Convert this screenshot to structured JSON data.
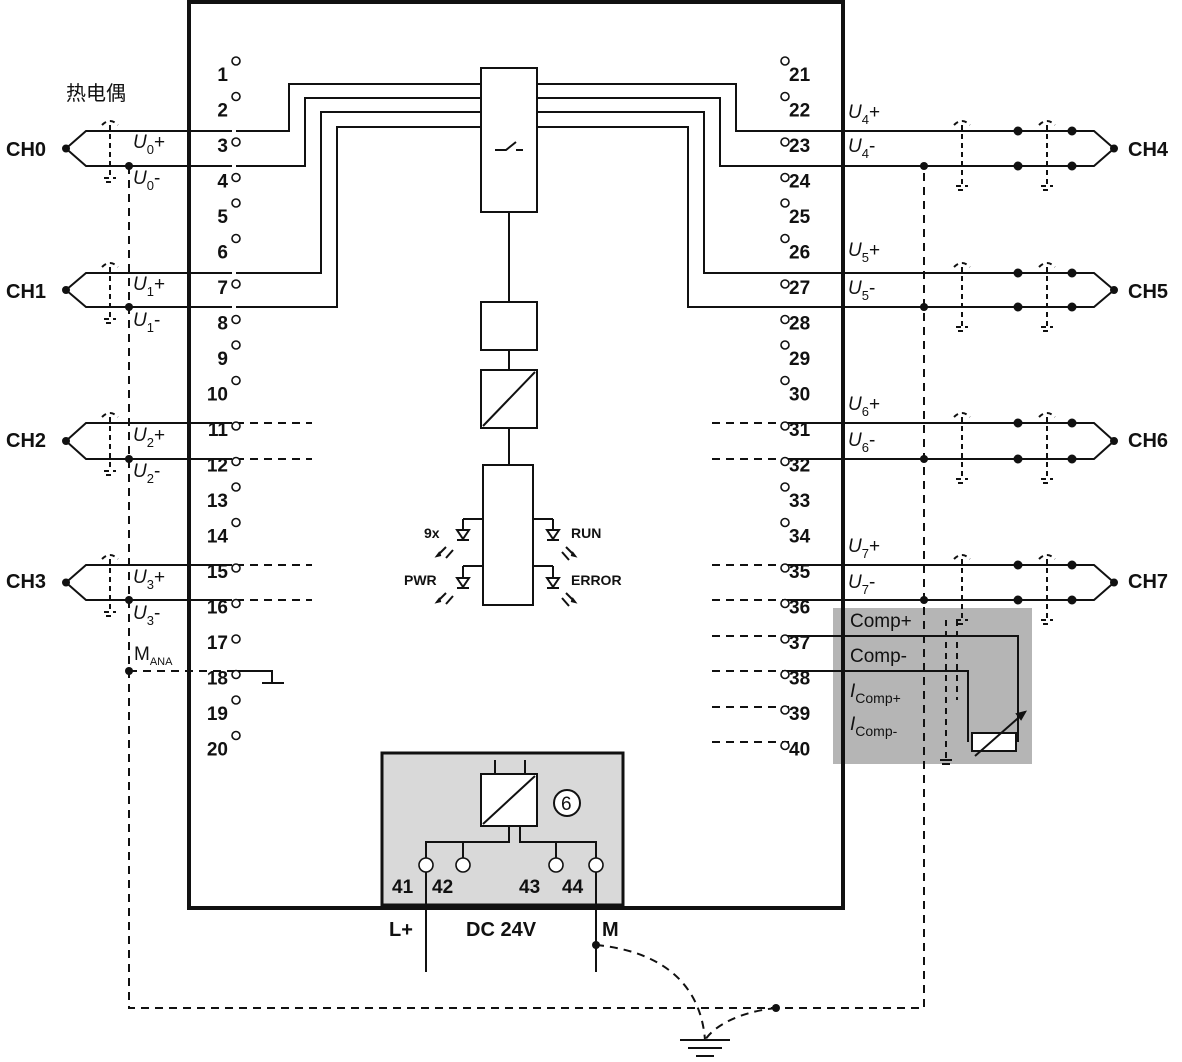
{
  "title_cn": "热电偶",
  "channels_left": [
    "CH0",
    "CH1",
    "CH2",
    "CH3"
  ],
  "channels_right": [
    "CH4",
    "CH5",
    "CH6",
    "CH7"
  ],
  "pins_left": [
    "1",
    "2",
    "3",
    "4",
    "5",
    "6",
    "7",
    "8",
    "9",
    "10",
    "11",
    "12",
    "13",
    "14",
    "15",
    "16",
    "17",
    "18",
    "19",
    "20"
  ],
  "pins_right": [
    "21",
    "22",
    "23",
    "24",
    "25",
    "26",
    "27",
    "28",
    "29",
    "30",
    "31",
    "32",
    "33",
    "34",
    "35",
    "36",
    "37",
    "38",
    "39",
    "40"
  ],
  "signals_left": [
    {
      "base": "U",
      "sub": "0",
      "suffix": "+"
    },
    {
      "base": "U",
      "sub": "0",
      "suffix": "-"
    },
    {
      "base": "U",
      "sub": "1",
      "suffix": "+"
    },
    {
      "base": "U",
      "sub": "1",
      "suffix": "-"
    },
    {
      "base": "U",
      "sub": "2",
      "suffix": "+"
    },
    {
      "base": "U",
      "sub": "2",
      "suffix": "-"
    },
    {
      "base": "U",
      "sub": "3",
      "suffix": "+"
    },
    {
      "base": "U",
      "sub": "3",
      "suffix": "-"
    }
  ],
  "signals_right": [
    {
      "base": "U",
      "sub": "4",
      "suffix": "+"
    },
    {
      "base": "U",
      "sub": "4",
      "suffix": "-"
    },
    {
      "base": "U",
      "sub": "5",
      "suffix": "+"
    },
    {
      "base": "U",
      "sub": "5",
      "suffix": "-"
    },
    {
      "base": "U",
      "sub": "6",
      "suffix": "+"
    },
    {
      "base": "U",
      "sub": "6",
      "suffix": "-"
    },
    {
      "base": "U",
      "sub": "7",
      "suffix": "+"
    },
    {
      "base": "U",
      "sub": "7",
      "suffix": "-"
    }
  ],
  "m_ana": {
    "base": "M",
    "sub": "ANA"
  },
  "comp": {
    "plus": "Comp+",
    "minus": "Comp-",
    "i_plus": {
      "base": "I",
      "sub": "Comp+"
    },
    "i_minus": {
      "base": "I",
      "sub": "Comp-"
    }
  },
  "leds": {
    "left_top": "9x",
    "left_bottom": "PWR",
    "right_top": "RUN",
    "right_bottom": "ERROR"
  },
  "power": {
    "pins": [
      "41",
      "42",
      "43",
      "44"
    ],
    "circle_label": "6",
    "lplus": "L+",
    "dc": "DC 24V",
    "m": "M"
  },
  "colors": {
    "line": "#111111",
    "module_fill": "#ffffff",
    "power_box": "#d9d9d9",
    "comp_box": "#b5b5b5"
  }
}
